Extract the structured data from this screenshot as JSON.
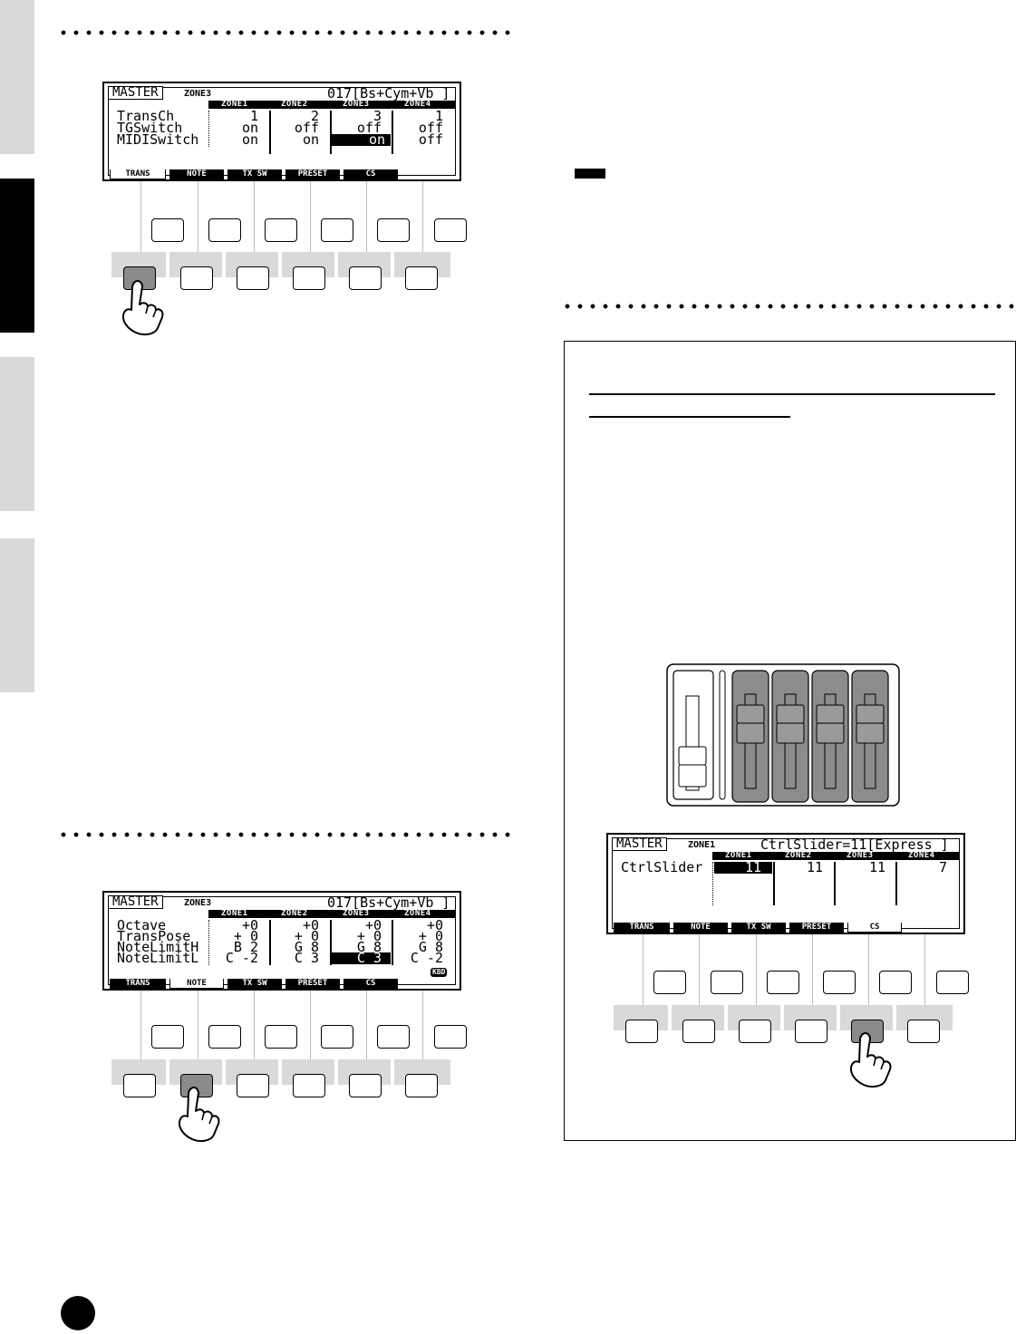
{
  "screen_trans": {
    "mode": "MASTER",
    "zone": "ZONE3",
    "voice": "017[Bs+Cym+Vb ]",
    "zone_headers": [
      "ZONE1",
      "ZONE2",
      "ZONE3",
      "ZONE4"
    ],
    "labels": [
      "TransCh",
      "TGSwitch",
      "MIDISwitch"
    ],
    "rows": [
      [
        "1",
        "2",
        "3",
        "1"
      ],
      [
        "on",
        "off",
        "off",
        "off"
      ],
      [
        "on",
        "on",
        "on",
        "off"
      ]
    ],
    "tabs": [
      "TRANS",
      "NOTE",
      "TX SW",
      "PRESET",
      "CS"
    ]
  },
  "screen_note": {
    "mode": "MASTER",
    "zone": "ZONE3",
    "voice": "017[Bs+Cym+Vb ]",
    "zone_headers": [
      "ZONE1",
      "ZONE2",
      "ZONE3",
      "ZONE4"
    ],
    "labels": [
      "Octave",
      "TransPose",
      "NoteLimitH",
      "NoteLimitL"
    ],
    "rows": [
      [
        "+0",
        "+0",
        "+0",
        "+0"
      ],
      [
        "+ 0",
        "+ 0",
        "+ 0",
        "+ 0"
      ],
      [
        "B 2",
        "G 8",
        "G 8",
        "G 8"
      ],
      [
        "C -2",
        "C 3",
        "C 3",
        "C -2"
      ]
    ],
    "badge": "KBD",
    "tabs": [
      "TRANS",
      "NOTE",
      "TX SW",
      "PRESET",
      "CS"
    ]
  },
  "screen_cs": {
    "mode": "MASTER",
    "zone": "ZONE1",
    "status": "CtrlSlider=11[Express ]",
    "zone_headers": [
      "ZONE1",
      "ZONE2",
      "ZONE3",
      "ZONE4"
    ],
    "label": "CtrlSlider",
    "values": [
      "11",
      "11",
      "11",
      "7"
    ],
    "tabs": [
      "TRANS",
      "NOTE",
      "TX SW",
      "PRESET",
      "CS"
    ]
  },
  "icons": {
    "pointing_hand": "pointing-hand-icon",
    "slider_panel": "control-sliders-icon"
  },
  "colors": {
    "side_tab": "#d9d9d9",
    "pressed_button": "#8a8a8a"
  }
}
